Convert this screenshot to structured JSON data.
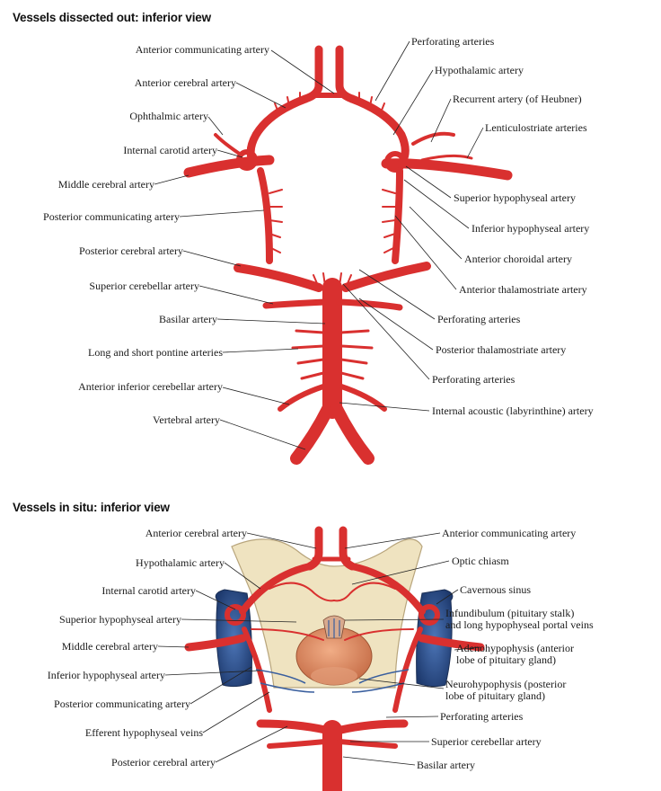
{
  "top": {
    "title": "Vessels dissected out: inferior view",
    "labels_left": {
      "anterior_communicating": "Anterior communicating artery",
      "anterior_cerebral": "Anterior cerebral artery",
      "ophthalmic": "Ophthalmic artery",
      "internal_carotid": "Internal carotid artery",
      "middle_cerebral": "Middle cerebral artery",
      "posterior_communicating": "Posterior communicating artery",
      "posterior_cerebral": "Posterior cerebral artery",
      "superior_cerebellar": "Superior cerebellar artery",
      "basilar": "Basilar artery",
      "pontine": "Long and short pontine arteries",
      "aica": "Anterior inferior cerebellar artery",
      "vertebral": "Vertebral artery"
    },
    "labels_right": {
      "perforating_1": "Perforating arteries",
      "hypothalamic": "Hypothalamic artery",
      "recurrent": "Recurrent artery (of Heubner)",
      "lenticulostriate": "Lenticulostriate arteries",
      "sup_hypophyseal": "Superior hypophyseal artery",
      "inf_hypophyseal": "Inferior hypophyseal artery",
      "ant_choroidal": "Anterior choroidal artery",
      "ant_thalamostriate": "Anterior thalamostriate artery",
      "perforating_2": "Perforating arteries",
      "post_thalamostriate": "Posterior thalamostriate artery",
      "perforating_3": "Perforating arteries",
      "internal_acoustic": "Internal acoustic (labyrinthine) artery"
    }
  },
  "bottom": {
    "title": "Vessels in situ: inferior view",
    "labels_left": {
      "anterior_cerebral": "Anterior cerebral artery",
      "hypothalamic": "Hypothalamic artery",
      "internal_carotid": "Internal carotid artery",
      "sup_hypophyseal": "Superior hypophyseal artery",
      "middle_cerebral": "Middle cerebral artery",
      "inf_hypophyseal": "Inferior hypophyseal artery",
      "posterior_communicating": "Posterior communicating artery",
      "efferent": "Efferent hypophyseal veins",
      "posterior_cerebral": "Posterior cerebral artery"
    },
    "labels_right": {
      "anterior_communicating": "Anterior communicating artery",
      "optic_chiasm": "Optic chiasm",
      "cavernous_sinus": "Cavernous sinus",
      "infundibulum": "Infundibulum (pituitary stalk)\nand long hypophyseal portal veins",
      "adenohypophysis": "Adenohypophysis (anterior\nlobe of pituitary gland)",
      "neurohypophysis": "Neurohypophysis (posterior\nlobe of pituitary gland)",
      "perforating": "Perforating arteries",
      "superior_cerebellar": "Superior cerebellar artery",
      "basilar": "Basilar artery"
    }
  },
  "colors": {
    "artery": "#e0383a",
    "artery_dark": "#b52024",
    "artery_light": "#f27a78",
    "vein": "#3a5f9e",
    "gland": "#d9865c",
    "chiasm": "#efe3c0",
    "leader": "#222222"
  }
}
